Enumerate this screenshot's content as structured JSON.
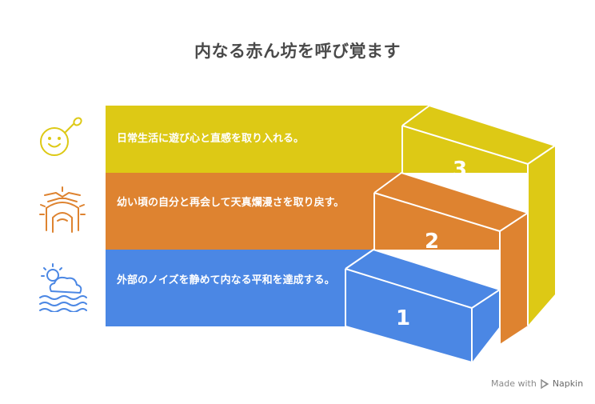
{
  "title": "内なる赤ん坊を呼び覚ます",
  "steps": [
    {
      "number": "3",
      "text": "日常生活に遊び心と直感を取り入れる。",
      "color": "#DDC915",
      "icon": "rattle-icon"
    },
    {
      "number": "2",
      "text": "幼い頃の自分と再会して天真爛漫さを取り戻す。",
      "color": "#DE8330",
      "icon": "child-face-icon"
    },
    {
      "number": "1",
      "text": "外部のノイズを静めて内なる平和を達成する。",
      "color": "#4B87E4",
      "icon": "sun-cloud-waves-icon"
    }
  ],
  "footer": {
    "made_with": "Made with",
    "brand": "Napkin"
  }
}
